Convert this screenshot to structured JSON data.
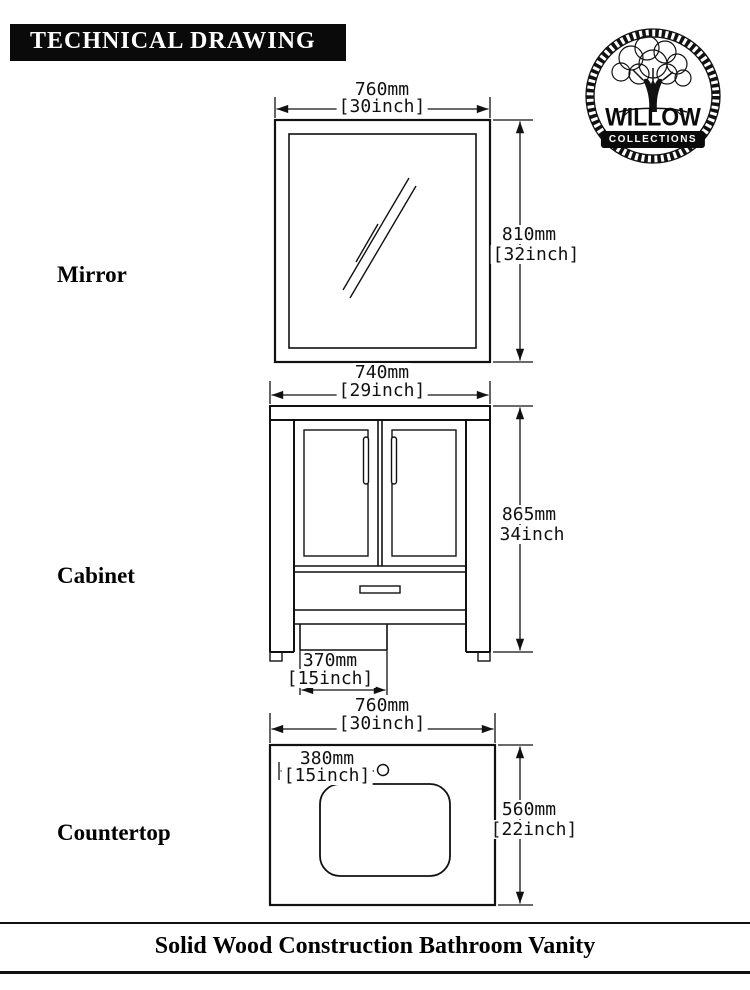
{
  "header": {
    "title": "TECHNICAL DRAWING"
  },
  "logo": {
    "name": "WILLOW",
    "subtitle": "COLLECTIONS"
  },
  "mirror": {
    "label": "Mirror",
    "width_mm": "760mm",
    "width_in": "[30inch]",
    "height_mm": "810mm",
    "height_in": "[32inch]"
  },
  "cabinet": {
    "label": "Cabinet",
    "width_mm": "740mm",
    "width_in": "[29inch]",
    "height_mm": "865mm",
    "height_in": "34inch",
    "depth_mm": "370mm",
    "depth_in": "[15inch]"
  },
  "countertop": {
    "label": "Countertop",
    "width_mm": "760mm",
    "width_in": "[30inch]",
    "faucet_mm": "380mm",
    "faucet_in": "[15inch]",
    "depth_mm": "560mm",
    "depth_in": "[22inch]"
  },
  "footer": {
    "title": "Solid Wood Construction Bathroom Vanity"
  }
}
